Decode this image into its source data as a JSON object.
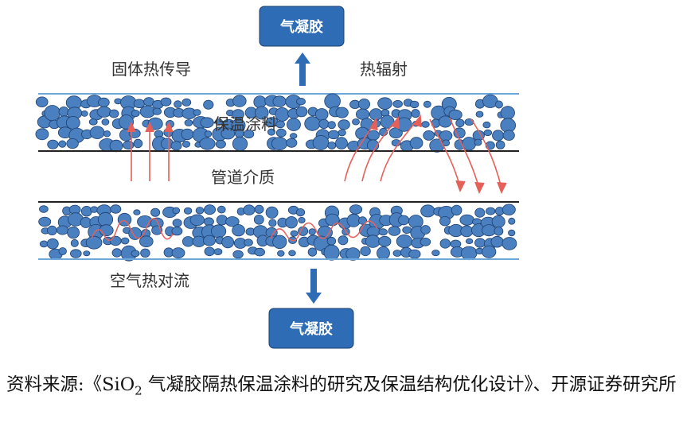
{
  "diagram": {
    "box_top": "气凝胶",
    "box_bottom": "气凝胶",
    "label_conduction": "固体热传导",
    "label_radiation": "热辐射",
    "label_coating": "保温涂料",
    "label_pipe": "管道介质",
    "label_convection": "空气热对流"
  },
  "source": {
    "prefix": "资料来源:《SiO",
    "sub": "2",
    "rest": " 气凝胶隔热保温涂料的研究及保温结构优化设计》、开源证券研究所"
  },
  "colors": {
    "box_fill": "#2e6db6",
    "arrow_blue": "#2e6db6",
    "particle": "#4a80c0",
    "particle_stroke": "#1d3f70",
    "heat_arrow": "#e6605a",
    "coat_line": "#6ea7da",
    "pipe_line": "#222222"
  }
}
